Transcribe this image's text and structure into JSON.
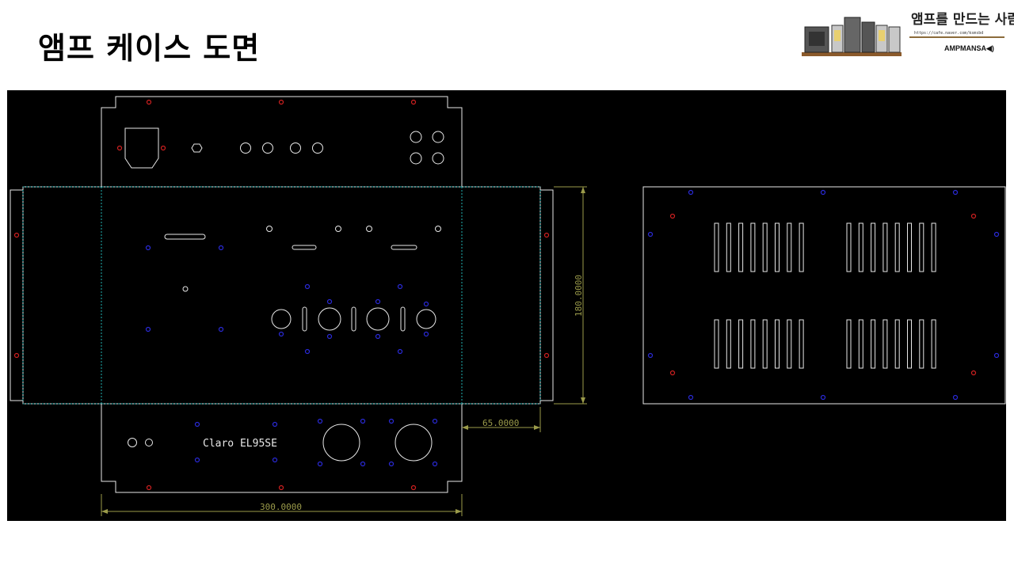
{
  "slide": {
    "title": "앰프 케이스 도면"
  },
  "logo": {
    "name": "앰프를 만드는 사람들",
    "url": "https://cafe.naver.com/ksmsbd",
    "brand": "AMPMANSA◀)",
    "icon": "amplifier-icon"
  },
  "drawing": {
    "label_text": "Claro EL95SE",
    "dim_height": "180.0000",
    "dim_side": "65.0000",
    "dim_width": "300.0000"
  },
  "colors": {
    "background": "#000000",
    "outline": "#e8e8e8",
    "fold_line": "#1fb2b2",
    "red_hole": "#d02020",
    "blue_hole": "#2a2ad8",
    "dimension": "#9b9b4a"
  }
}
